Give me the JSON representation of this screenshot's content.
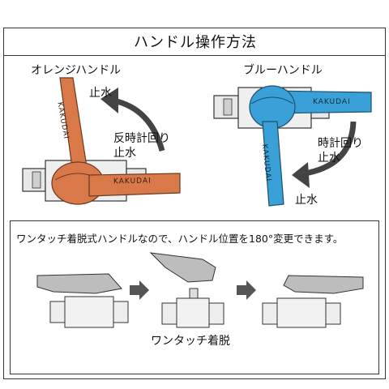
{
  "title": "ハンドル操作方法",
  "orange_handle": {
    "heading": "オレンジハンドル",
    "stop_water": "止水",
    "rotate_line1": "反時計回り",
    "rotate_line2": "止水",
    "brand": "KAKUDAI",
    "color": "#d9794a"
  },
  "blue_handle": {
    "heading": "ブルーハンドル",
    "rotate_line1": "時計回り",
    "rotate_line2": "止水",
    "stop_water": "止水",
    "brand": "KAKUDAI",
    "color": "#3aa0d8"
  },
  "one_touch": {
    "description": "ワンタッチ着脱式ハンドルなので、ハンドル位置を180°変更できます。",
    "caption": "ワンタッチ着脱"
  }
}
